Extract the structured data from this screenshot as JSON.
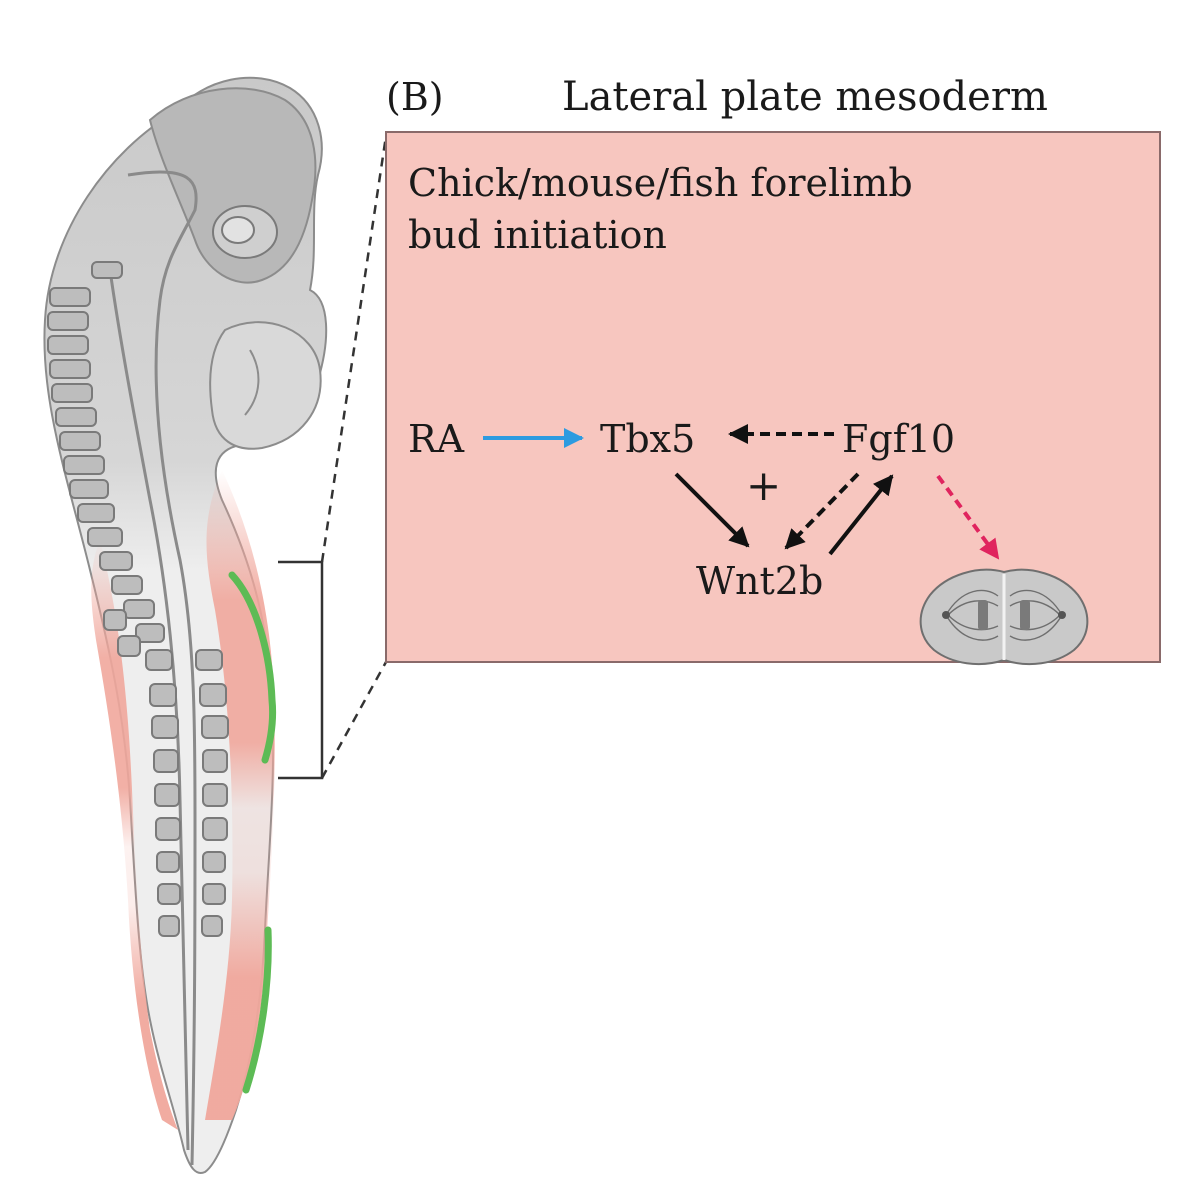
{
  "panel": {
    "label": "(B)",
    "title": "Lateral plate mesoderm"
  },
  "box": {
    "title_line1": "Chick/mouse/fish forelimb",
    "title_line2": "bud initiation"
  },
  "network": {
    "nodes": {
      "ra": "RA",
      "tbx5": "Tbx5",
      "fgf10": "Fgf10",
      "wnt2b": "Wnt2b"
    },
    "plus_sign": "+"
  },
  "colors": {
    "box_fill": "#f7c6bf",
    "box_border": "#8a6a6a",
    "ra_arrow": "#2d9be0",
    "proliferation_arrow": "#e0245e",
    "arrow": "#111111",
    "lateral_plate": "#f0a79c",
    "limb_ectoderm": "#5dbb55",
    "embryo_gray": "#c9c9c9"
  },
  "icons": {
    "dividing_cell": "dividing-cell-icon"
  }
}
